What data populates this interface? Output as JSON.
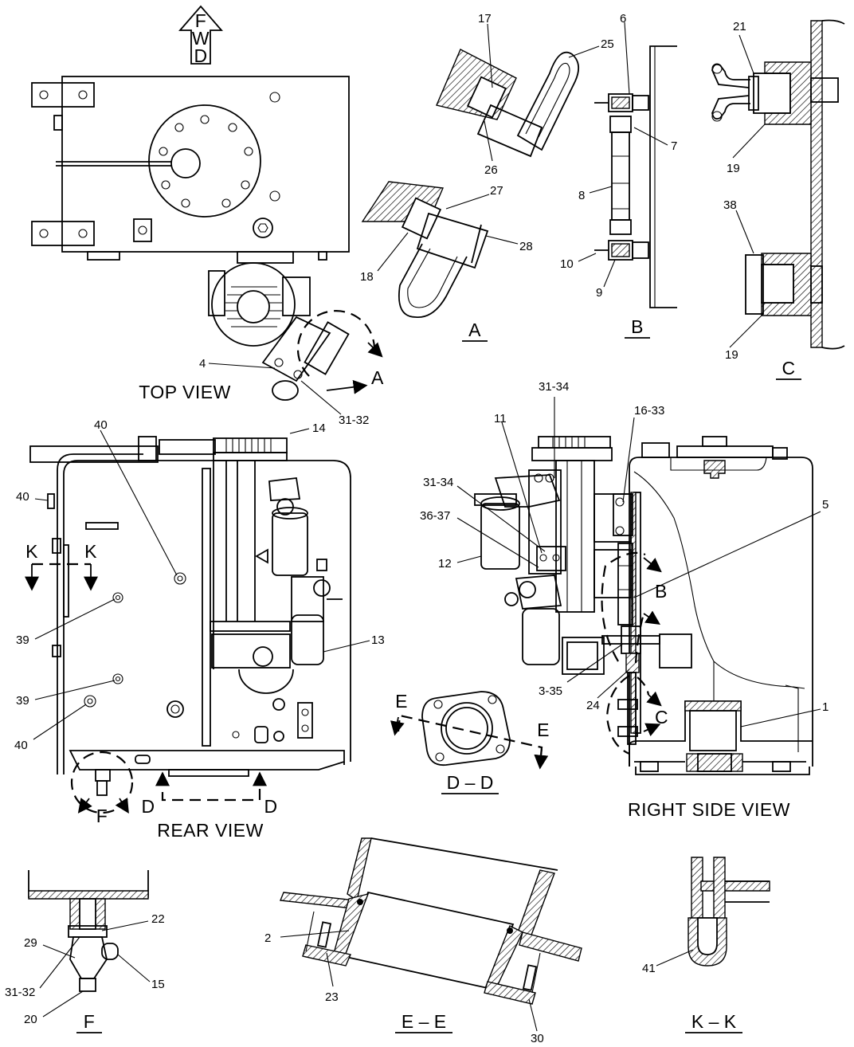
{
  "view_titles": {
    "top": "TOP  VIEW",
    "rear": "REAR VIEW",
    "right_side": "RIGHT SIDE VIEW"
  },
  "detail_titles": {
    "a": "A",
    "b": "B",
    "c": "C",
    "dd": "D – D",
    "ee": "E – E",
    "f": "F",
    "kk": "K – K"
  },
  "fwd_arrow": {
    "f": "F",
    "w": "W",
    "d": "D"
  },
  "detail_markers": {
    "a": "A",
    "b": "B",
    "c": "C",
    "d_left": "D",
    "d_right": "D",
    "e_left": "E",
    "e_right": "E",
    "f": "F",
    "k_left": "K",
    "k_right": "K"
  },
  "callouts": {
    "c_4": "4",
    "c_31_32_top": "31-32",
    "c_17": "17",
    "c_25": "25",
    "c_26": "26",
    "c_27": "27",
    "c_28": "28",
    "c_18": "18",
    "c_6": "6",
    "c_7": "7",
    "c_8": "8",
    "c_10": "10",
    "c_9": "9",
    "c_21": "21",
    "c_19_a": "19",
    "c_38": "38",
    "c_19_b": "19",
    "c_40_a": "40",
    "c_40_b": "40",
    "c_14": "14",
    "c_39_a": "39",
    "c_39_b": "39",
    "c_40_c": "40",
    "c_13": "13",
    "c_31_34_a": "31-34",
    "c_16_33": "16-33",
    "c_11": "11",
    "c_31_34_b": "31-34",
    "c_36_37": "36-37",
    "c_12": "12",
    "c_5": "5",
    "c_3_35": "3-35",
    "c_24": "24",
    "c_1": "1",
    "c_22": "22",
    "c_29": "29",
    "c_31_32_f": "31-32",
    "c_15": "15",
    "c_20": "20",
    "c_2": "2",
    "c_23": "23",
    "c_30": "30",
    "c_41": "41"
  }
}
